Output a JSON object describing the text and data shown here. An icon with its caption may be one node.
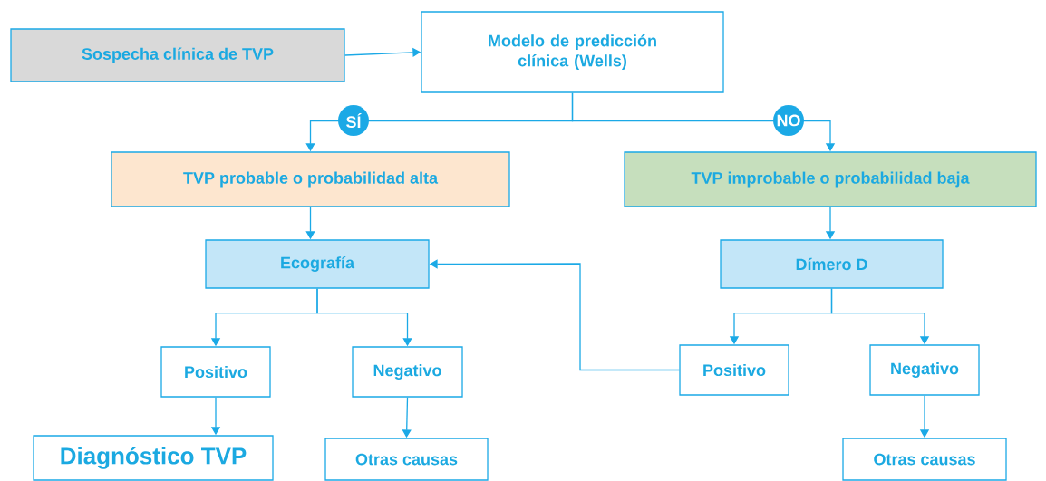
{
  "diagram": {
    "nodes": [
      {
        "text": [
          "Sospecha clínica de TVP"
        ]
      },
      {
        "text": [
          "Modelo de predicción clínica (Wells)"
        ]
      },
      {
        "text": [
          "TVP probable o probabilidad alta"
        ]
      },
      {
        "text": [
          "TVP improbable o probabilidad baja"
        ]
      },
      {
        "text": [
          "Ecografía"
        ]
      },
      {
        "text": [
          "Dímero D"
        ]
      },
      {
        "text": [
          "Positivo"
        ]
      },
      {
        "text": [
          "Negativo"
        ]
      },
      {
        "text": [
          "Positivo"
        ]
      },
      {
        "text": [
          "Negativo"
        ]
      },
      {
        "text": [
          "Diagnóstico TVP"
        ]
      },
      {
        "text": [
          "Otras causas"
        ]
      },
      {
        "text": [
          "Otras causas"
        ]
      }
    ],
    "edges": [
      {
        "from": 0,
        "to": 1,
        "arrow": "to"
      },
      {
        "from": 1,
        "to": 2,
        "arrow": "to",
        "label": "SÍ"
      },
      {
        "from": 1,
        "to": 3,
        "arrow": "to",
        "label": "NO"
      },
      {
        "from": 2,
        "to": 4,
        "arrow": "to"
      },
      {
        "from": 3,
        "to": 5,
        "arrow": "to"
      },
      {
        "from": 4,
        "to": 6,
        "arrow": "to"
      },
      {
        "from": 4,
        "to": 7,
        "arrow": "to"
      },
      {
        "from": 5,
        "to": 8,
        "arrow": "to"
      },
      {
        "from": 5,
        "to": 9,
        "arrow": "to"
      },
      {
        "from": 6,
        "to": 10,
        "arrow": "to"
      },
      {
        "from": 7,
        "to": 11,
        "arrow": "to"
      },
      {
        "from": 9,
        "to": 12,
        "arrow": "to"
      },
      {
        "from": 8,
        "to": 4,
        "arrow": "to"
      }
    ]
  }
}
